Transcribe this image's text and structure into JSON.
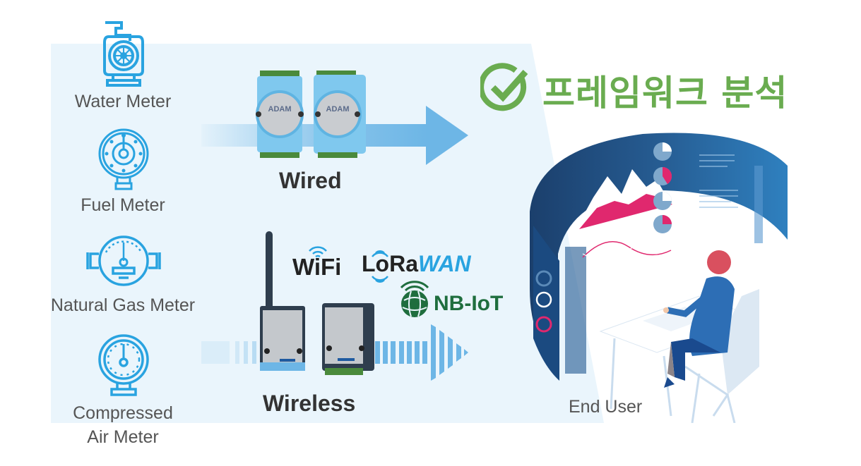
{
  "title": {
    "text": "프레임워크 분석",
    "icon": "check-circle-icon",
    "color": "#6aac50"
  },
  "meters": [
    {
      "label": "Water Meter",
      "icon": "water-pump-icon"
    },
    {
      "label": "Fuel Meter",
      "icon": "fuel-meter-icon"
    },
    {
      "label": "Natural Gas Meter",
      "icon": "gas-meter-icon"
    },
    {
      "label": "Compressed\nAir Meter",
      "label_line1": "Compressed",
      "label_line2": "Air Meter",
      "icon": "pressure-gauge-icon"
    }
  ],
  "connections": {
    "wired": {
      "label": "Wired",
      "devices": [
        "ADAM",
        "ADAM"
      ]
    },
    "wireless": {
      "label": "Wireless",
      "protocols": {
        "wifi": "WiFi",
        "lorawan_a": "LoRa",
        "lorawan_b": "WAN",
        "nbiot": "NB-IoT"
      }
    }
  },
  "end_user": {
    "label": "End User"
  },
  "colors": {
    "panel": "#eaf5fc",
    "icon_blue": "#29a3e0",
    "arrow_blue": "#6db6e6",
    "dashboard_dark": "#1e4a7a",
    "accent_pink": "#e0286e",
    "green": "#6aac50",
    "nbiot_green": "#1f6e3e"
  }
}
